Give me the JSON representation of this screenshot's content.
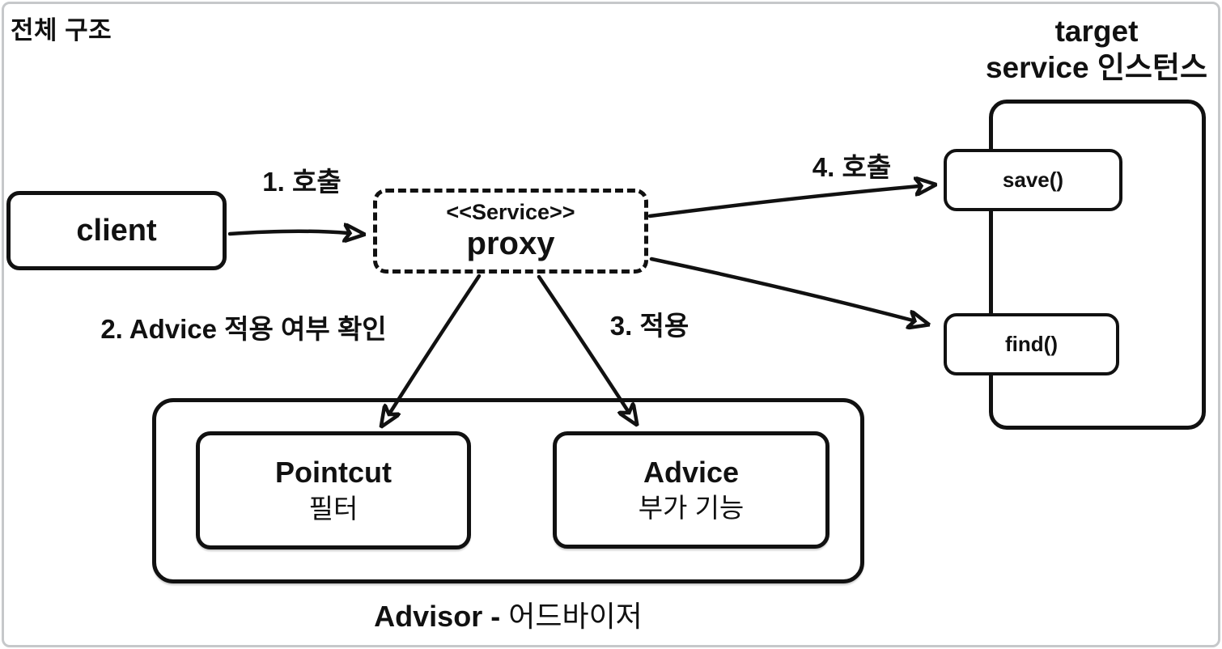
{
  "title": "전체 구조",
  "colors": {
    "stroke": "#111111",
    "background": "#ffffff",
    "frame_border": "#c6c8ca"
  },
  "nodes": {
    "client": {
      "label": "client"
    },
    "proxy": {
      "stereotype": "<<Service>>",
      "label": "proxy"
    },
    "target": {
      "title_line1": "target",
      "title_line2": "service 인스턴스",
      "methods": {
        "save": "save()",
        "find": "find()"
      }
    },
    "advisor": {
      "pointcut": {
        "title": "Pointcut",
        "subtitle": "필터"
      },
      "advice": {
        "title": "Advice",
        "subtitle": "부가 기능"
      },
      "caption_en": "Advisor -",
      "caption_ko": "어드바이저"
    }
  },
  "edges": {
    "call1": "1. 호출",
    "check2": "2. Advice 적용 여부 확인",
    "apply3": "3. 적용",
    "call4": "4. 호출"
  }
}
